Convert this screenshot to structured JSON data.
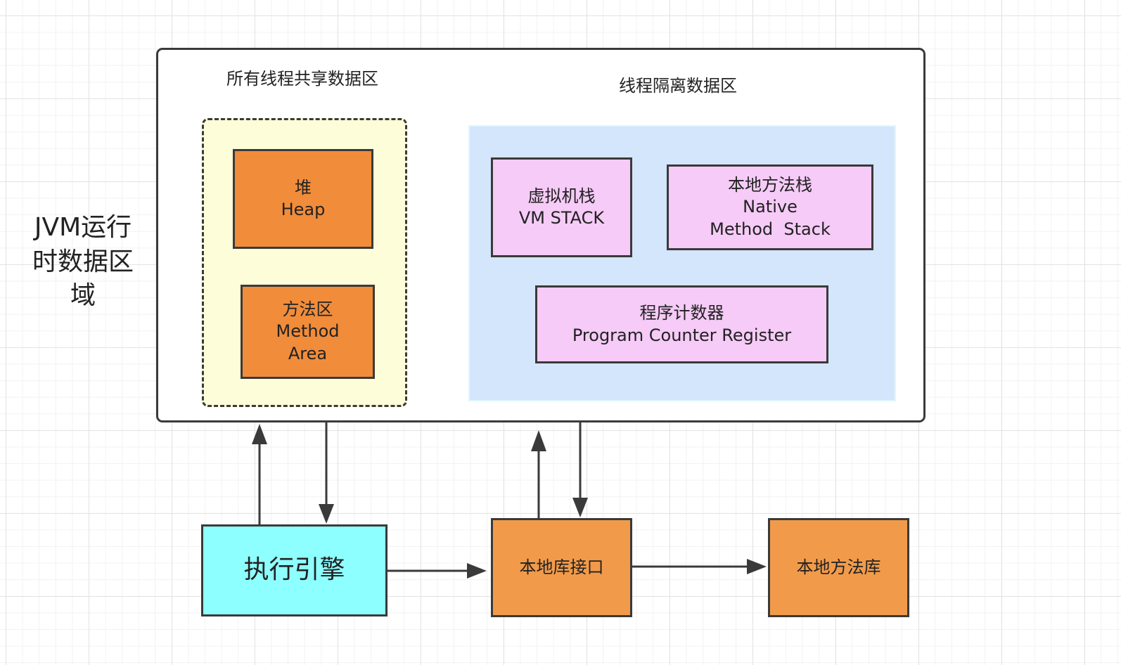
{
  "side_title": [
    "JVM运行",
    "时数据区",
    "域"
  ],
  "shared_area_title": "所有线程共享数据区",
  "isolated_area_title": "线程隔离数据区",
  "heap": [
    "堆",
    "Heap"
  ],
  "method_area": [
    "方法区",
    "Method",
    "Area"
  ],
  "vm_stack": [
    "虚拟机栈",
    "VM STACK"
  ],
  "native_method_stack": [
    "本地方法栈",
    "Native",
    "Method  Stack"
  ],
  "program_counter": [
    "程序计数器",
    "Program Counter Register"
  ],
  "execution_engine": "执行引擎",
  "native_interface": "本地库接口",
  "native_library": "本地方法库",
  "colors": {
    "shared_area_fill": "#fefdd9",
    "isolated_area_fill": "#d4e6fb",
    "shared_boxes": "#f18c3a",
    "isolated_boxes": "#f6cbf7",
    "execution_engine": "#8effff",
    "native_boxes": "#f19b4a",
    "stroke": "#3a3a3a"
  }
}
